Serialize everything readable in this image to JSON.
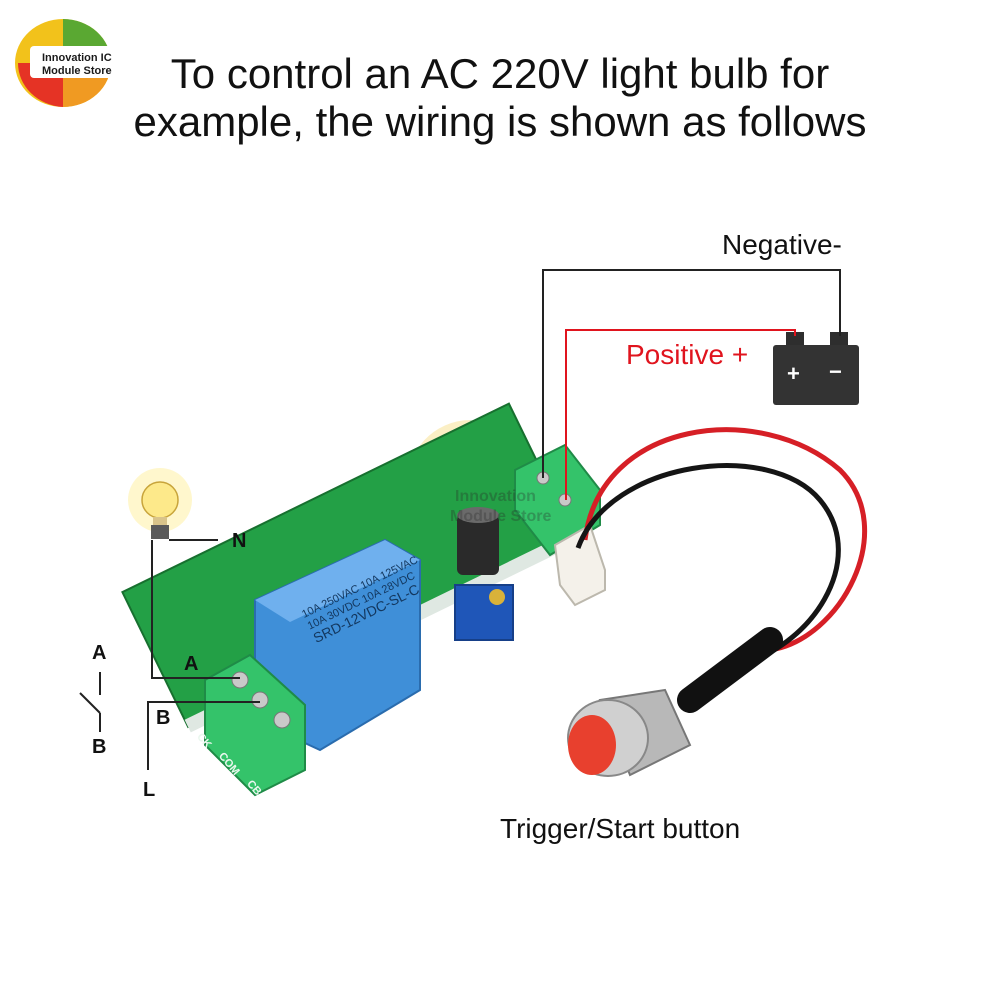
{
  "logo": {
    "line1": "Innovation IC",
    "line2": "Module Store",
    "watermark1": "Innovation",
    "watermark2": "Module Store"
  },
  "title": {
    "line1": "To control an AC 220V light bulb for",
    "line2": "example, the wiring is shown as follows"
  },
  "labels": {
    "negative": "Negative-",
    "positive": "Positive +",
    "battery_plus": "+",
    "battery_minus": "−",
    "n": "N",
    "a_left": "A",
    "b_left": "B",
    "a_term": "A",
    "b_term": "B",
    "l": "L",
    "trigger": "Trigger/Start button"
  },
  "relay": {
    "line1": "10A 250VAC  10A 125VAC",
    "line2": "10A 30VDC  10A 28VDC",
    "model": "SRD-12VDC-SL-C"
  },
  "terminals": {
    "ck": "CK",
    "com": "COM",
    "cb": "CB"
  },
  "colors": {
    "positive": "#e0141e",
    "negative": "#222222",
    "pcb": "#1f9a3d",
    "terminal": "#34c36a",
    "relay": "#3f8fd8",
    "button": "#e8402e"
  }
}
